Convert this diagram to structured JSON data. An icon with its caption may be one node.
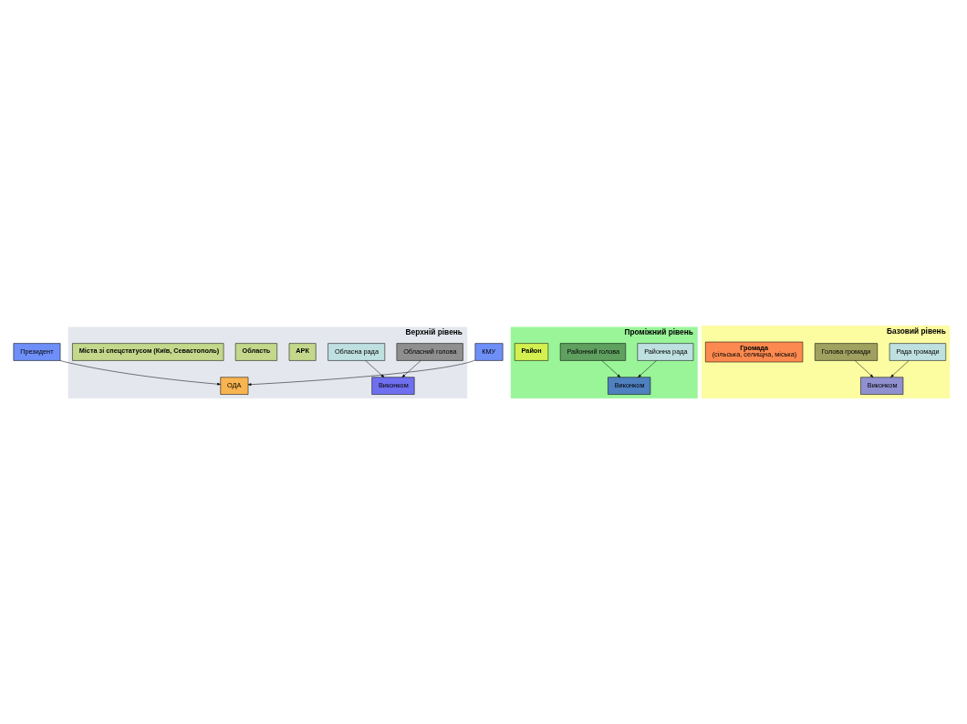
{
  "diagram": {
    "nodes": [
      {
        "text": [
          "Президент"
        ]
      },
      {
        "text": [
          "КМУ"
        ]
      },
      {
        "text": [
          "Верхній рівень"
        ]
      },
      {
        "text": [
          "ОДА"
        ],
        "in": 2
      },
      {
        "text": [
          "Обласний голова"
        ],
        "in": 2
      },
      {
        "text": [
          "Обласна рада"
        ],
        "in": 2
      },
      {
        "text": [
          "Виконком"
        ],
        "in": 2
      },
      {
        "text": [
          "АРК"
        ],
        "in": 2
      },
      {
        "text": [
          "Область"
        ],
        "in": 2
      },
      {
        "text": [
          "Міста зі спецстатусом (Київ, Севастополь)"
        ],
        "in": 2
      },
      {
        "text": [
          "Проміжний рівень"
        ]
      },
      {
        "text": [
          "Районна рада"
        ],
        "in": 10
      },
      {
        "text": [
          "Районний голова"
        ],
        "in": 10
      },
      {
        "text": [
          "Район"
        ],
        "in": 10
      },
      {
        "text": [
          "Виконком"
        ],
        "in": 10
      },
      {
        "text": [
          "Базовий рівень"
        ]
      },
      {
        "text": [
          "Рада громади"
        ],
        "in": 15
      },
      {
        "text": [
          "Голова громади"
        ],
        "in": 15
      },
      {
        "text": [
          "Громада",
          "(сільська, селищна, міська)"
        ],
        "in": 15
      },
      {
        "text": [
          "Виконком"
        ],
        "in": 15
      }
    ],
    "edges": [
      {
        "from": 0,
        "to": 3,
        "arrow": "to"
      },
      {
        "from": 1,
        "to": 3,
        "arrow": "to"
      },
      {
        "from": 4,
        "to": 6,
        "arrow": "to"
      },
      {
        "from": 5,
        "to": 6,
        "arrow": "to"
      },
      {
        "from": 11,
        "to": 14,
        "arrow": "to"
      },
      {
        "from": 12,
        "to": 14,
        "arrow": "to"
      },
      {
        "from": 16,
        "to": 19,
        "arrow": "to"
      },
      {
        "from": 17,
        "to": 19,
        "arrow": "to"
      }
    ]
  }
}
